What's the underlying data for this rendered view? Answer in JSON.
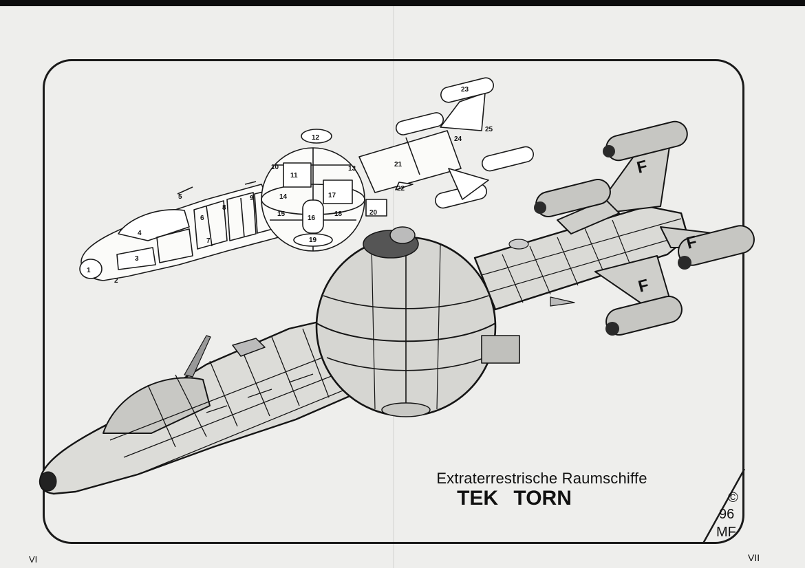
{
  "caption": {
    "subtitle": "Extraterrestrische Raumschiffe",
    "title": "TEK   TORN"
  },
  "copyright": {
    "symbol": "©",
    "year": "96",
    "initials": "MF"
  },
  "page_numbers": {
    "left": "VI",
    "right": "VII"
  },
  "callouts": [
    "1",
    "2",
    "3",
    "4",
    "5",
    "6",
    "7",
    "8",
    "9",
    "10",
    "11",
    "12",
    "13",
    "14",
    "15",
    "16",
    "17",
    "18",
    "19",
    "20",
    "21",
    "22",
    "23",
    "24",
    "25"
  ],
  "hull_markings": [
    "F",
    "F",
    "F"
  ],
  "icons": {
    "diagram": "outline-spaceship-diagram-icon",
    "illustration": "cutaway-spaceship-illustration-icon"
  },
  "colors": {
    "ink": "#111111",
    "paper": "#eeeeec"
  }
}
